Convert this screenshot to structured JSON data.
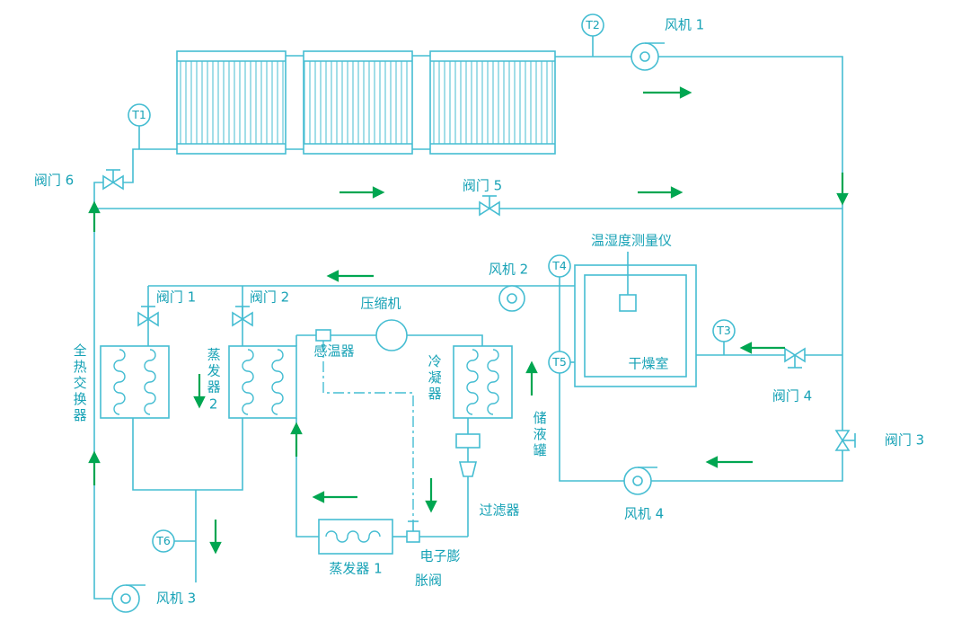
{
  "colors": {
    "line": "#45bdd2",
    "label": "#17a2b6",
    "flow_arrow": "#00a651"
  },
  "sensors": {
    "t1": "T1",
    "t2": "T2",
    "t3": "T3",
    "t4": "T4",
    "t5": "T5",
    "t6": "T6"
  },
  "fans": {
    "fan1": "风机 1",
    "fan2": "风机 2",
    "fan3": "风机 3",
    "fan4": "风机 4"
  },
  "valves": {
    "valve1": "阀门 1",
    "valve2": "阀门 2",
    "valve3": "阀门 3",
    "valve4": "阀门 4",
    "valve5": "阀门 5",
    "valve6": "阀门 6"
  },
  "components": {
    "compressor": "压缩机",
    "temp_bulb": "感温器",
    "condenser": "冷凝器",
    "receiver": "储液罐",
    "filter": "过滤器",
    "eev_line1": "电子膨",
    "eev_line2": "胀阀",
    "evaporator1": "蒸发器 1",
    "evaporator2": "蒸发器2",
    "heat_exchanger": "全热交换器",
    "drying_room": "干燥室",
    "hygrometer": "温湿度测量仪"
  }
}
